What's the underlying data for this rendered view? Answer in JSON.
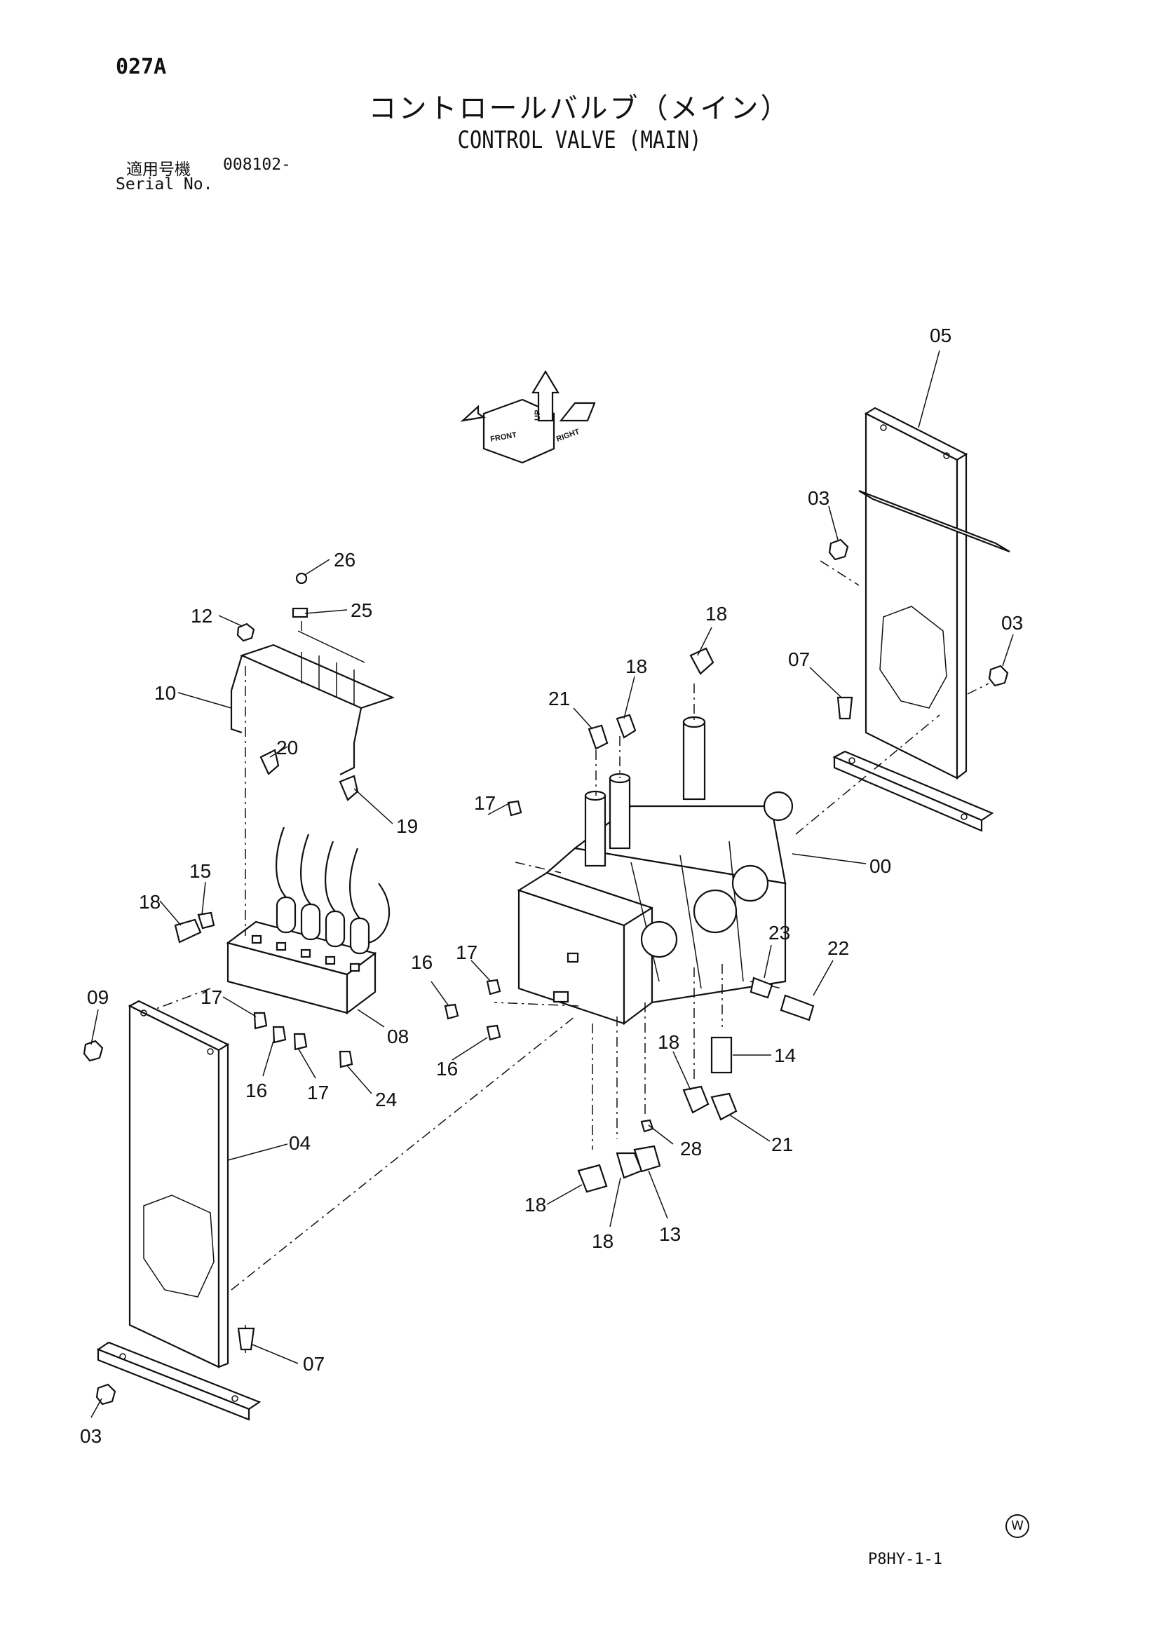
{
  "header": {
    "page_code": "027A",
    "title_ja": "コントロールバルブ（メイン）",
    "title_en": "CONTROL VALVE (MAIN)",
    "serial_label_ja": "適用号機",
    "serial_value": "008102-",
    "serial_label_en": "Serial No."
  },
  "orientation_arrows": {
    "labels": [
      "FRONT",
      "UP",
      "RIGHT"
    ]
  },
  "callouts": [
    "05",
    "03",
    "03",
    "07",
    "00",
    "18",
    "18",
    "21",
    "17",
    "17",
    "16",
    "16",
    "23",
    "22",
    "14",
    "18",
    "21",
    "28",
    "13",
    "18",
    "18",
    "26",
    "25",
    "12",
    "10",
    "20",
    "19",
    "15",
    "18",
    "09",
    "17",
    "16",
    "17",
    "08",
    "24",
    "04",
    "07",
    "03"
  ],
  "footer": {
    "drawing_code": "P8HY-1-1",
    "copyright_mark": "W"
  }
}
